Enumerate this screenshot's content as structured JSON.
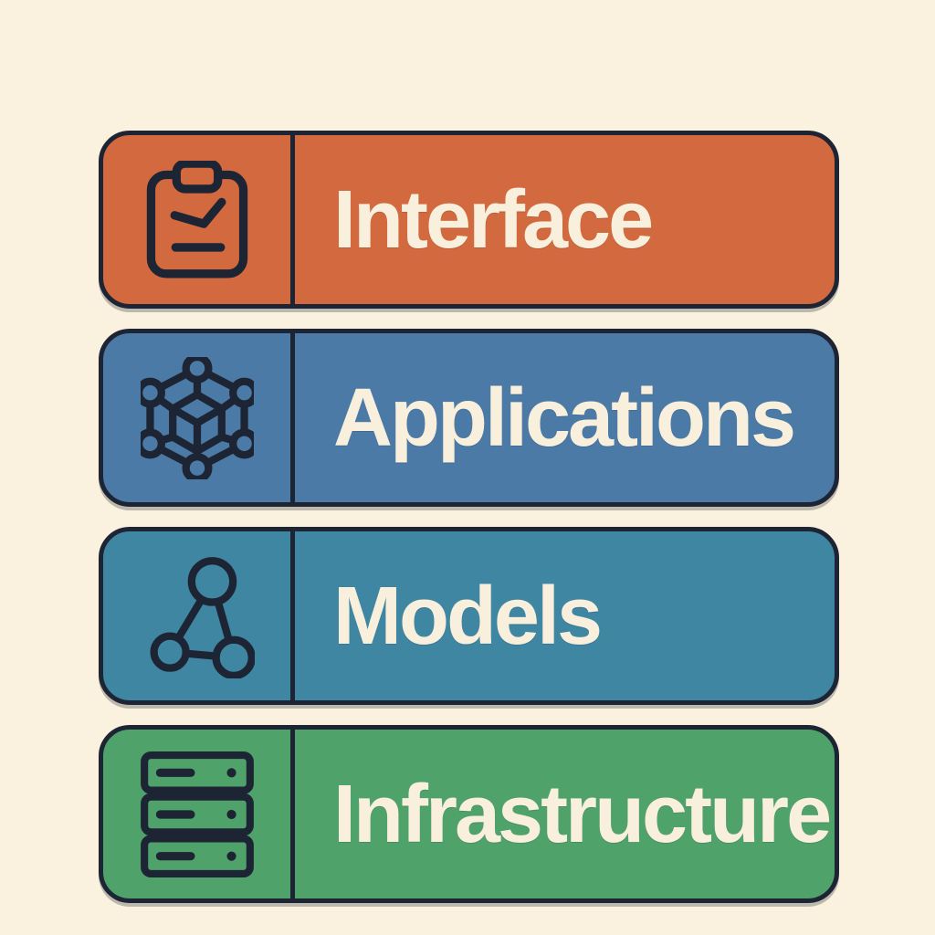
{
  "colors": {
    "background": "#FAF1DE",
    "ink": "#1D2433",
    "text": "#F8EFDC",
    "orange": "#D2693F",
    "blue": "#4B7AA6",
    "teal": "#3F86A3",
    "green": "#50A26B"
  },
  "layers": [
    {
      "label": "Interface",
      "color": "#D2693F",
      "icon": "clipboard-check-icon"
    },
    {
      "label": "Applications",
      "color": "#4B7AA6",
      "icon": "cube-network-icon"
    },
    {
      "label": "Models",
      "color": "#3F86A3",
      "icon": "triangle-network-icon"
    },
    {
      "label": "Infrastructure",
      "color": "#50A26B",
      "icon": "server-stack-icon"
    }
  ]
}
